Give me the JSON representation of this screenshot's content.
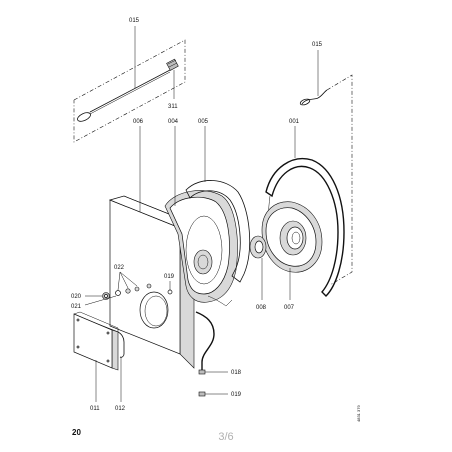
{
  "diagram": {
    "labels": {
      "l015a": "015",
      "l015b": "015",
      "l311": "311",
      "l006": "006",
      "l004": "004",
      "l005": "005",
      "l001": "001",
      "l022": "022",
      "l020": "020",
      "l021": "021",
      "l019a": "019",
      "l008": "008",
      "l007": "007",
      "l018": "018",
      "l019b": "019",
      "l011": "011",
      "l012": "012"
    },
    "page_number": "20",
    "drawing_code": "4831 379"
  },
  "viewer": {
    "page_indicator": "3/6"
  }
}
